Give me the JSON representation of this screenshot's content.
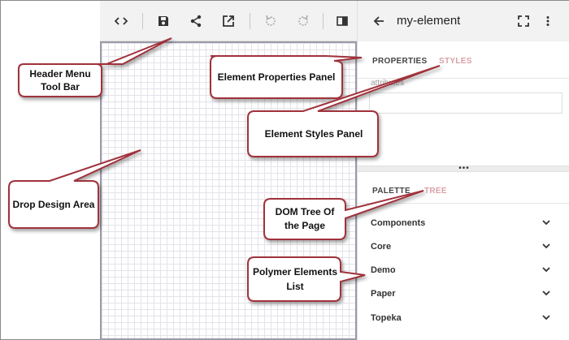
{
  "toolbar": {
    "buttons": [
      "code-icon",
      "save-icon",
      "share-icon",
      "open-in-new-icon",
      "undo-icon",
      "redo-icon",
      "panel-toggle-icon"
    ]
  },
  "panel": {
    "title": "my-element",
    "upper_tabs": [
      {
        "label": "PROPERTIES",
        "active": true
      },
      {
        "label": "STYLES",
        "active": false
      }
    ],
    "attributes_label": "attributes",
    "splitter_label": "•••",
    "lower_tabs": [
      {
        "label": "PALETTE",
        "active": true
      },
      {
        "label": "TREE",
        "active": false
      }
    ],
    "palette_items": [
      "Components",
      "Core",
      "Demo",
      "Paper",
      "Topeka"
    ]
  },
  "callouts": {
    "header_menu": "Header Menu Tool Bar",
    "element_properties": "Element Properties Panel",
    "element_styles": "Element Styles Panel",
    "drop_design": "Drop Design Area",
    "dom_tree": "DOM Tree Of the Page",
    "polymer_elements": "Polymer Elements List"
  },
  "colors": {
    "toolbar_bg": "#f2f2f2",
    "callout_fill": "#ffffff",
    "callout_stroke": "#a0303a",
    "inactive_tab": "#d9a0a8"
  }
}
